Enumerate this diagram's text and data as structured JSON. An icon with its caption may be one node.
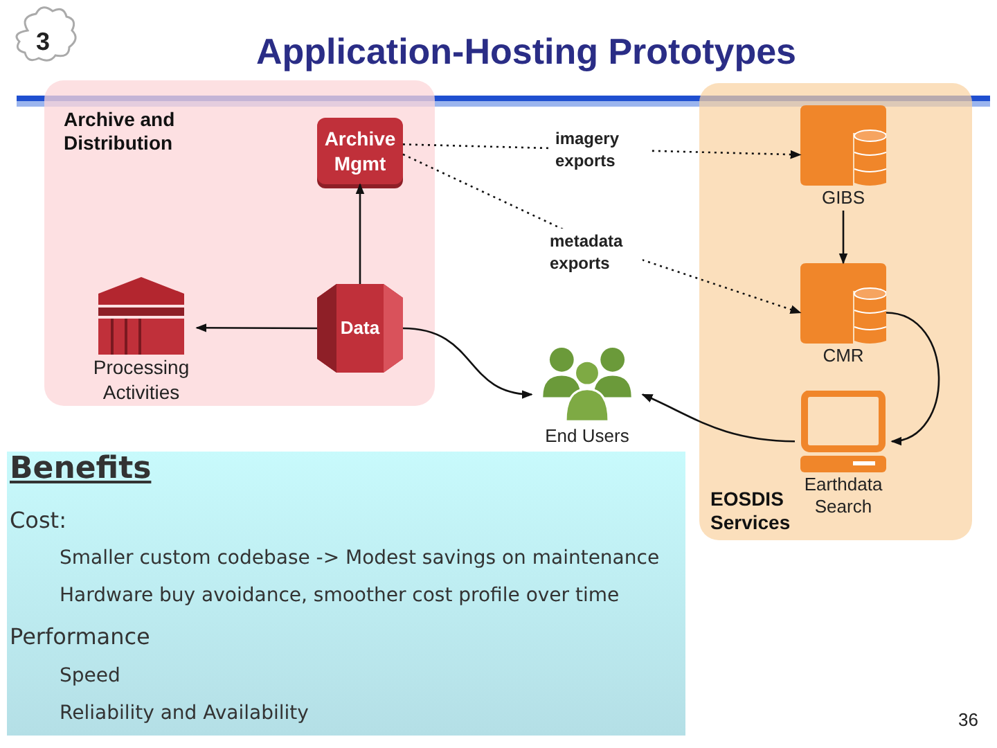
{
  "diagram": {
    "title": "Application-Hosting Prototypes",
    "nodes": [
      {
        "text": [
          "Archive and Distribution"
        ]
      },
      {
        "text": [
          "Archive Mgmt"
        ],
        "in": 0
      },
      {
        "text": [
          "Data"
        ],
        "in": 0
      },
      {
        "text": [
          "Processing Activities"
        ],
        "in": 0
      },
      {
        "text": [
          "EOSDIS Services"
        ]
      },
      {
        "text": [
          "GIBS"
        ],
        "in": 4
      },
      {
        "text": [
          "CMR"
        ],
        "in": 4
      },
      {
        "text": [
          "Earthdata Search"
        ],
        "in": 4
      },
      {
        "text": [
          "End Users"
        ]
      },
      {
        "text": [
          "Benefits",
          "Cost:",
          "Smaller custom codebase -> Modest savings on maintenance",
          "Hardware buy avoidance, smoother cost profile over time",
          "Performance",
          "Speed",
          "Reliability and Availability"
        ]
      }
    ],
    "edges": [
      {
        "from": 1,
        "to": 5,
        "arrow": "to",
        "label": "imagery exports",
        "style": "dashed"
      },
      {
        "from": 1,
        "to": 6,
        "arrow": "to",
        "label": "metadata exports",
        "style": "dashed"
      },
      {
        "from": 5,
        "to": 6,
        "arrow": "to"
      },
      {
        "from": 2,
        "to": 1,
        "arrow": "to"
      },
      {
        "from": 2,
        "to": 3,
        "arrow": "to"
      },
      {
        "from": 2,
        "to": 8,
        "arrow": "to"
      },
      {
        "from": 6,
        "to": 7,
        "arrow": "to"
      },
      {
        "from": 7,
        "to": 8,
        "arrow": "to"
      }
    ],
    "labels": [
      "3",
      "36"
    ]
  }
}
